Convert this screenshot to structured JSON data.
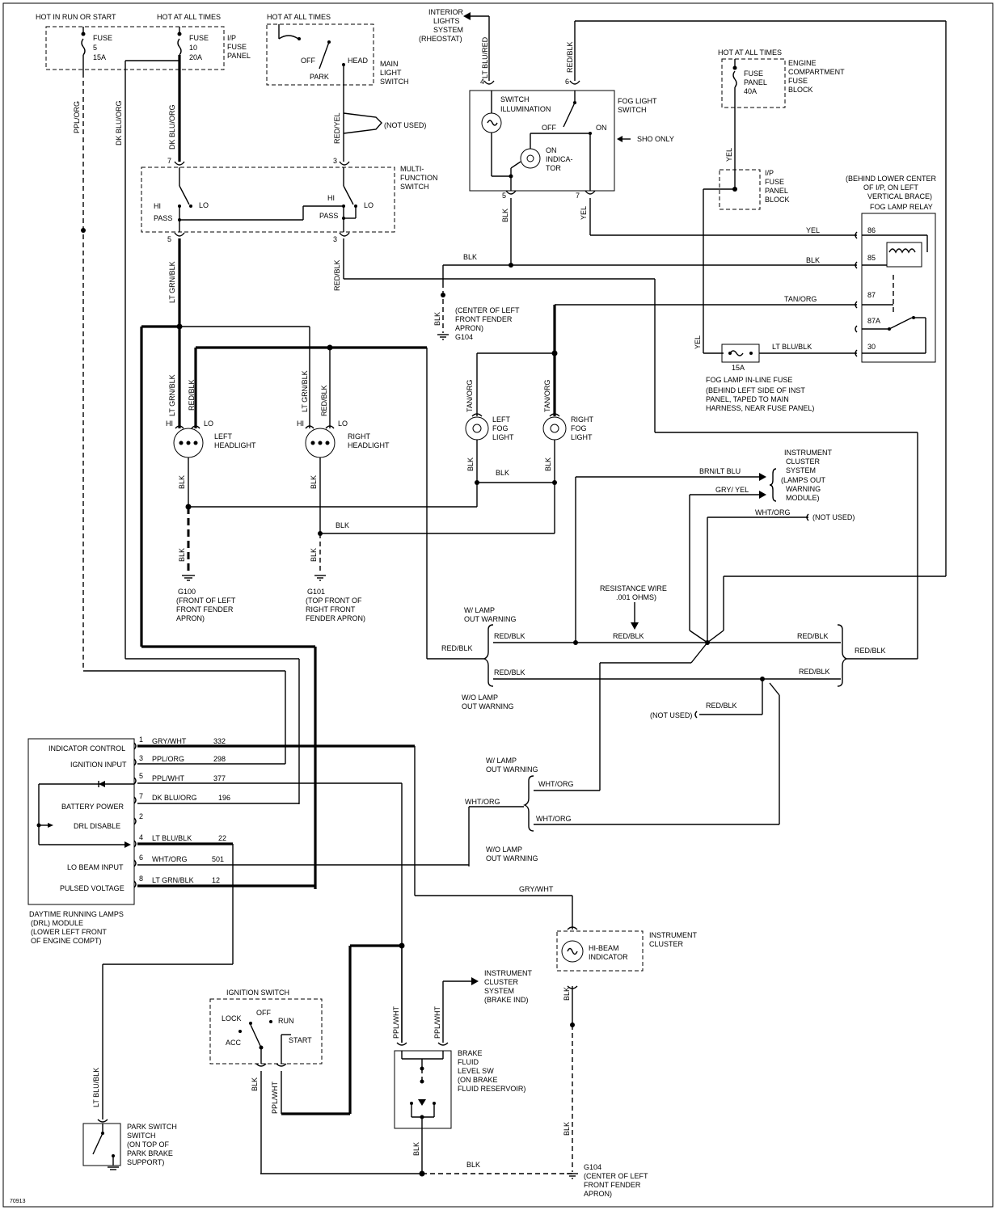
{
  "top": {
    "hot_in_run": "HOT IN RUN OR START",
    "hot_at_all_times_1": "HOT AT ALL TIMES",
    "hot_at_all_times_2": "HOT AT ALL TIMES",
    "hot_at_all_times_3": "HOT AT ALL TIMES",
    "fuse5_a": "FUSE",
    "fuse5_b": "5",
    "fuse5_c": "15A",
    "fuse10_a": "FUSE",
    "fuse10_b": "10",
    "fuse10_c": "20A",
    "ip_fuse_panel": [
      "I/P",
      "FUSE",
      "PANEL"
    ],
    "main_light_switch": [
      "MAIN",
      "LIGHT",
      "SWITCH"
    ],
    "off": "OFF",
    "head": "HEAD",
    "park": "PARK",
    "not_used_1": "(NOT USED)",
    "interior_lights": [
      "INTERIOR",
      "LIGHTS",
      "SYSTEM",
      "(RHEOSTAT)"
    ]
  },
  "fog": {
    "switch_illumination": [
      "SWITCH",
      "ILLUMINATION"
    ],
    "fog_light_switch": [
      "FOG LIGHT",
      "SWITCH"
    ],
    "off": "OFF",
    "on": "ON",
    "on_indicator": [
      "ON",
      "INDICA-",
      "TOR"
    ],
    "sho_only": "SHO ONLY",
    "engine_fuse": [
      "ENGINE",
      "COMPARTMENT",
      "FUSE",
      "BLOCK"
    ],
    "fuse40_a": "FUSE",
    "fuse40_b": "PANEL",
    "fuse40_c": "40A",
    "ip_fuse_block": [
      "I/P",
      "FUSE",
      "PANEL",
      "BLOCK"
    ],
    "relay_note": [
      "(BEHIND LOWER CENTER",
      "OF I/P, ON LEFT",
      "VERTICAL BRACE)",
      "FOG LAMP RELAY"
    ],
    "pin_86": "86",
    "pin_85": "85",
    "pin_87": "87",
    "pin_87a": "87A",
    "pin_30": "30",
    "inline_fuse": "15A",
    "inline_note": [
      "FOG LAMP IN-LINE FUSE",
      "(BEHIND LEFT SIDE OF INST",
      "PANEL, TAPED TO MAIN",
      "HARNESS, NEAR FUSE PANEL)"
    ],
    "left_fog": [
      "LEFT",
      "FOG",
      "LIGHT"
    ],
    "right_fog": [
      "RIGHT",
      "FOG",
      "LIGHT"
    ],
    "g104_note": [
      "(CENTER OF LEFT",
      "FRONT FENDER",
      "APRON)",
      "G104"
    ]
  },
  "mf": {
    "title": [
      "MULTI-",
      "FUNCTION",
      "SWITCH"
    ],
    "hi": "HI",
    "lo": "LO",
    "pass": "PASS",
    "hi2": "HI",
    "lo2": "LO",
    "pass2": "PASS"
  },
  "headlights": {
    "left": [
      "LEFT",
      "HEADLIGHT"
    ],
    "right": [
      "RIGHT",
      "HEADLIGHT"
    ],
    "hi": "HI",
    "lo": "LO",
    "hi2": "HI",
    "lo2": "LO",
    "g100": [
      "G100",
      "(FRONT OF LEFT",
      "FRONT FENDER",
      "APRON)"
    ],
    "g101": [
      "G101",
      "(TOP FRONT OF",
      "RIGHT FRONT",
      "FENDER APRON)"
    ]
  },
  "cluster": {
    "lamps_out": [
      "INSTRUMENT",
      "CLUSTER",
      "SYSTEM",
      "(LAMPS OUT",
      "WARNING",
      "MODULE)"
    ],
    "not_used_2": "(NOT USED)",
    "resistor": [
      "RESISTANCE WIRE",
      ".001 OHMS)"
    ],
    "w_lamp_1": [
      "W/ LAMP",
      "OUT WARNING"
    ],
    "wo_lamp_1": [
      "W/O LAMP",
      "OUT WARNING"
    ],
    "not_used_3": "(NOT USED)",
    "w_lamp_2": [
      "W/ LAMP",
      "OUT WARNING"
    ],
    "wo_lamp_2": [
      "W/O LAMP",
      "OUT WARNING"
    ]
  },
  "drl": {
    "labels": [
      "INDICATOR CONTROL",
      "IGNITION INPUT",
      "BATTERY POWER",
      "DRL DISABLE",
      "LO BEAM INPUT",
      "PULSED VOLTAGE"
    ],
    "pins": [
      "1",
      "3",
      "5",
      "7",
      "2",
      "4",
      "6",
      "8"
    ],
    "wires": [
      "GRY/WHT",
      "PPL/ORG",
      "PPL/WHT",
      "DK BLU/ORG",
      "LT BLU/BLK",
      "WHT/ORG",
      "LT GRN/BLK"
    ],
    "circuits": [
      "332",
      "298",
      "377",
      "196",
      "22",
      "501",
      "12"
    ],
    "module_note": [
      "DAYTIME RUNNING LAMPS",
      "(DRL) MODULE",
      "(LOWER LEFT FRONT",
      "OF ENGINE COMPT)"
    ]
  },
  "bottom": {
    "hi_beam": [
      "HI-BEAM",
      "INDICATOR"
    ],
    "instrument_cluster": [
      "INSTRUMENT",
      "CLUSTER"
    ],
    "brake_cluster": [
      "INSTRUMENT",
      "CLUSTER",
      "SYSTEM",
      "(BRAKE IND)"
    ],
    "brake_switch": [
      "BRAKE",
      "FLUID",
      "LEVEL SW",
      "(ON BRAKE",
      "FLUID RESERVOIR)"
    ],
    "ignition_switch": "IGNITION SWITCH",
    "lock": "LOCK",
    "off": "OFF",
    "run": "RUN",
    "acc": "ACC",
    "start": "START",
    "park_switch": [
      "PARK SWITCH",
      "SWITCH",
      "(ON TOP OF",
      "PARK BRAKE",
      "SUPPORT)"
    ],
    "g104b": [
      "G104",
      "(CENTER OF LEFT",
      "FRONT FENDER",
      "APRON)"
    ],
    "code": "70913"
  },
  "wire_labels": {
    "ppl_org": "PPL/ORG",
    "dk_blu_org": "DK BLU/ORG",
    "dk_blu_org_2": "DK BLU/ORG",
    "red_yel": "RED/YEL",
    "red_blk": "RED/BLK",
    "lt_grn_blk": "LT GRN/BLK",
    "lt_blu_red": "LT BLU/RED",
    "red_blk_fog": "RED/BLK",
    "blk": "BLK",
    "yel": "YEL",
    "yel2": "YEL",
    "yel3": "YEL",
    "blk2": "BLK",
    "tan_org": "TAN/ORG",
    "lt_blu_blk": "LT BLU/BLK",
    "yel4": "YEL",
    "blk3": "BLK",
    "blk4": "BLK",
    "lt_grn_blk_2": "LT GRN/BLK",
    "red_blk_2": "RED/BLK",
    "lt_grn_blk_3": "LT GRN/BLK",
    "red_blk_3": "RED/BLK",
    "tan_org_2": "TAN/ORG",
    "tan_org_3": "TAN/ORG",
    "blk5": "BLK",
    "blk6": "BLK",
    "blk7": "BLK",
    "blk8": "BLK",
    "blk9": "BLK",
    "blk10": "BLK",
    "blk11": "BLK",
    "blk12": "BLK",
    "brn_lt_blu": "BRN/LT BLU",
    "gry_yel": "GRY/ YEL",
    "wht_org": "WHT/ORG",
    "red_blk_4": "RED/BLK",
    "red_blk_5": "RED/BLK",
    "red_blk_6": "RED/BLK",
    "red_blk_7": "RED/BLK",
    "red_blk_8": "RED/BLK",
    "red_blk_9": "RED/BLK",
    "red_blk_10": "RED/BLK",
    "red_blk_11": "RED/BLK",
    "wht_org_2": "WHT/ORG",
    "wht_org_3": "WHT/ORG",
    "wht_org_4": "WHT/ORG",
    "gry_wht": "GRY/WHT",
    "blk13": "BLK",
    "ppl_wht": "PPL/WHT",
    "ppl_wht_2": "PPL/WHT",
    "blk14": "BLK",
    "ppl_wht_3": "PPL/WHT",
    "blk15": "BLK",
    "blk16": "BLK",
    "lt_blu_blk_2": "LT BLU/BLK",
    "blk17": "BLK"
  },
  "pins": {
    "p4": "4",
    "p6": "6",
    "p5": "5",
    "p7": "7",
    "mf7": "7",
    "mf3": "3",
    "mf5": "5",
    "mf3b": "3"
  }
}
